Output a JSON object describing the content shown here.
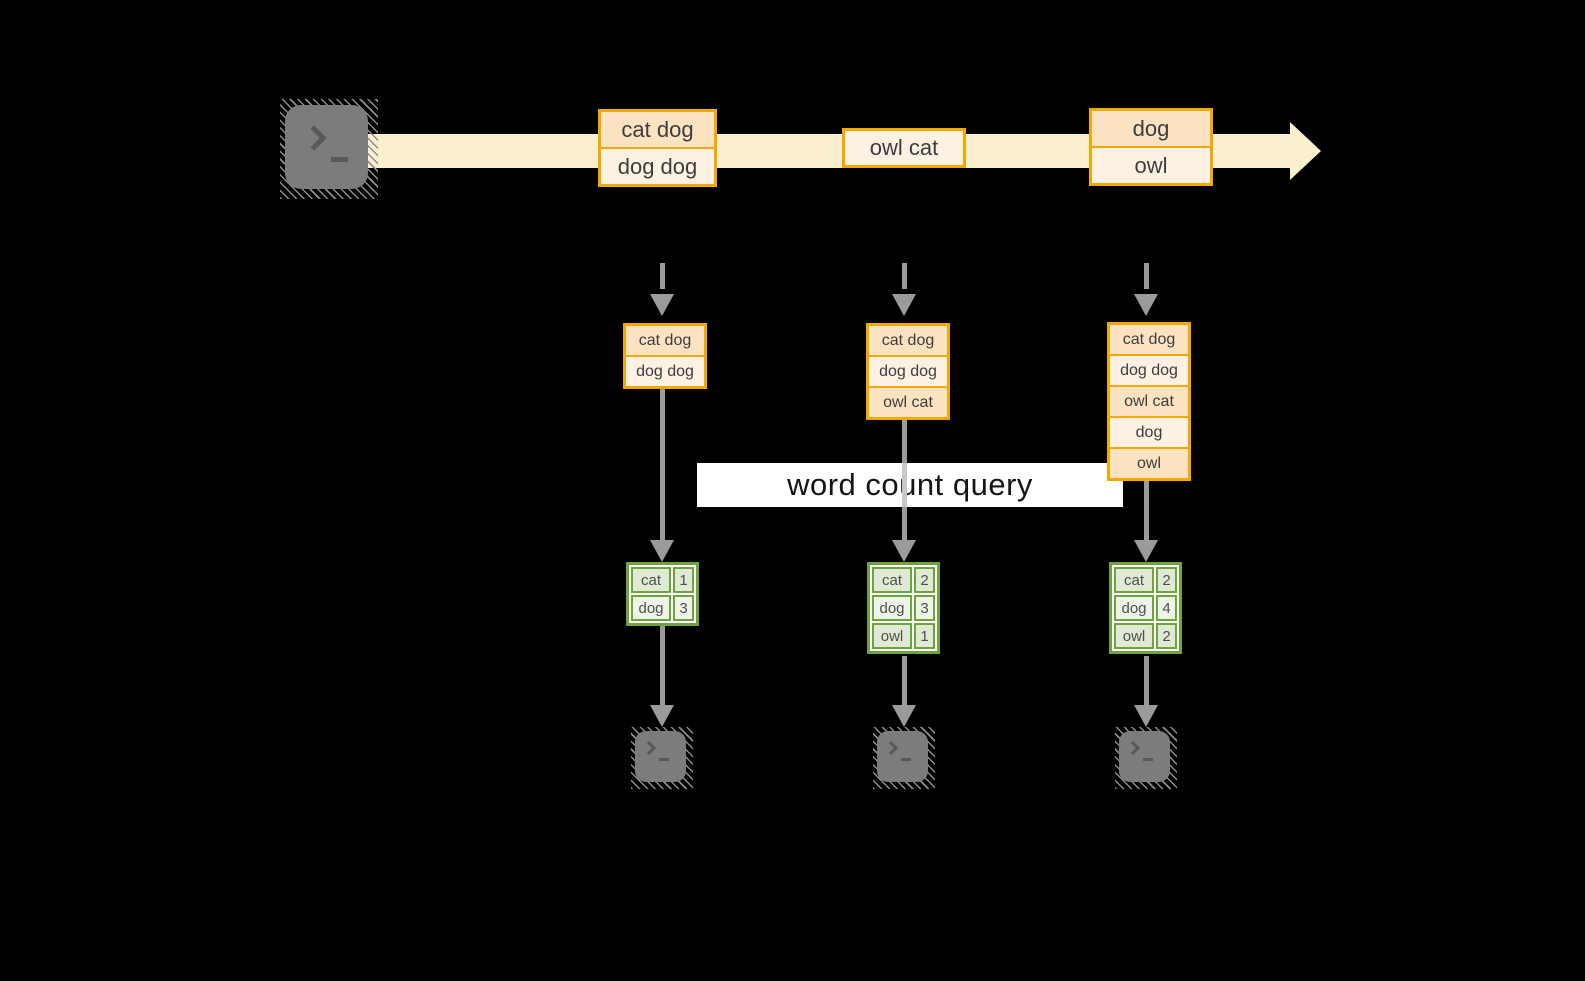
{
  "title": {
    "label": "word count query"
  },
  "stream": {
    "source_icon": "terminal-icon",
    "batches": [
      {
        "items": [
          "cat dog",
          "dog dog"
        ]
      },
      {
        "items": [
          "owl cat"
        ]
      },
      {
        "items": [
          "dog",
          "owl"
        ]
      }
    ]
  },
  "pipelines": [
    {
      "buffer": [
        "cat dog",
        "dog dog"
      ],
      "counts": [
        {
          "word": "cat",
          "count": "1"
        },
        {
          "word": "dog",
          "count": "3"
        }
      ],
      "sink_icon": "terminal-icon"
    },
    {
      "buffer": [
        "cat dog",
        "dog dog",
        "owl cat"
      ],
      "counts": [
        {
          "word": "cat",
          "count": "2"
        },
        {
          "word": "dog",
          "count": "3"
        },
        {
          "word": "owl",
          "count": "1"
        }
      ],
      "sink_icon": "terminal-icon"
    },
    {
      "buffer": [
        "cat dog",
        "dog dog",
        "owl cat",
        "dog",
        "owl"
      ],
      "counts": [
        {
          "word": "cat",
          "count": "2"
        },
        {
          "word": "dog",
          "count": "4"
        },
        {
          "word": "owl",
          "count": "2"
        }
      ],
      "sink_icon": "terminal-icon"
    }
  ],
  "colors": {
    "background": "#000000",
    "record_border": "#F2A900",
    "record_fill_dark": "#FBE3C1",
    "record_fill_light": "#FDF1E4",
    "stream_fill": "#FBF0CE",
    "table_border": "#6DA53C",
    "table_cell_dark": "#DFE9D3",
    "table_cell_light": "#EFF4E9",
    "arrow_gray": "#9B9B9B",
    "terminal_gray": "#7C7C7C",
    "query_banner": "#FFFFFF"
  }
}
